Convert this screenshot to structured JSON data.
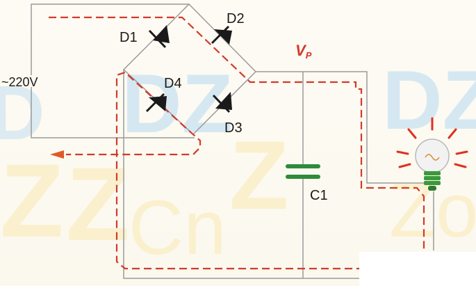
{
  "labels": {
    "d1": "D1",
    "d2": "D2",
    "d3": "D3",
    "d4": "D4",
    "c1": "C1",
    "vp_main": "V",
    "vp_sub": "P",
    "source": "~220V"
  },
  "colors": {
    "wire": "#9a9a9a",
    "current_path": "#d23a2a",
    "diode": "#1a1a1a",
    "capacitor": "#2e8b3a",
    "bulb_rays": "#e03020",
    "bulb_base": "#3a9a3a",
    "watermark_blue": "#cfe6f3",
    "watermark_yellow": "#fbefc9"
  }
}
